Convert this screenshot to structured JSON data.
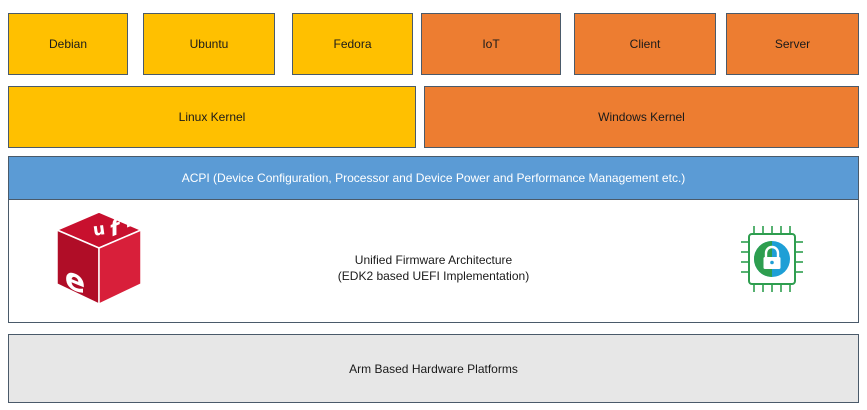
{
  "os_layer": [
    {
      "label": "Debian",
      "color": "#ffc000"
    },
    {
      "label": "Ubuntu",
      "color": "#ffc000"
    },
    {
      "label": "Fedora",
      "color": "#ffc000"
    },
    {
      "label": "IoT",
      "color": "#ed7d31"
    },
    {
      "label": "Client",
      "color": "#ed7d31"
    },
    {
      "label": "Server",
      "color": "#ed7d31"
    }
  ],
  "kernel_layer": {
    "linux": "Linux Kernel",
    "windows": "Windows Kernel"
  },
  "acpi_layer": {
    "label": "ACPI (Device Configuration, Processor and Device Power and Performance Management etc.)",
    "color": "#5b9bd5"
  },
  "firmware_layer": {
    "line1": "Unified Firmware Architecture",
    "line2": "(EDK2 based UEFI Implementation)",
    "left_icon": "uefi-logo",
    "right_icon": "secure-chip-lock-icon"
  },
  "hardware_layer": {
    "label": "Arm Based Hardware Platforms"
  },
  "logo": {
    "uefi_text": "uefi",
    "color": "#c8102e"
  }
}
